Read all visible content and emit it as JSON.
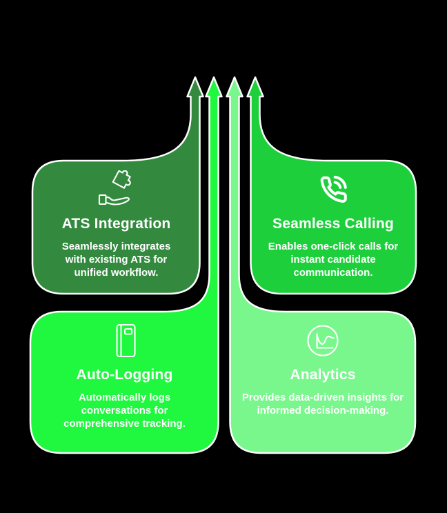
{
  "background_color": "#000000",
  "text_color": "#FFFFFF",
  "outline_color": "#FFFFFF",
  "cards": [
    {
      "title": "ATS Integration",
      "description": "Seamlessly integrates with existing ATS for unified workflow.",
      "color": "#338A3E",
      "icon": "hand-holding-puzzle-icon",
      "arrow": "up-arrow"
    },
    {
      "title": "Seamless Calling",
      "description": "Enables one-click calls for instant candidate communication.",
      "color": "#1ECF3C",
      "icon": "phone-signal-waves-icon",
      "arrow": "up-arrow"
    },
    {
      "title": "Auto-Logging",
      "description": "Automatically logs conversations for comprehensive tracking.",
      "color": "#1FF83E",
      "icon": "notebook-icon",
      "arrow": "up-arrow"
    },
    {
      "title": "Analytics",
      "description": "Provides data-driven insights for informed decision-making.",
      "color": "#79F78D",
      "icon": "line-chart-circle-icon",
      "arrow": "up-arrow"
    }
  ]
}
